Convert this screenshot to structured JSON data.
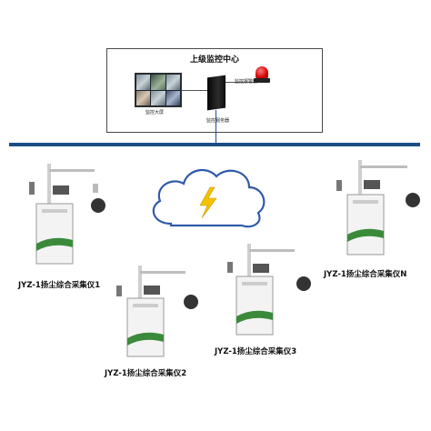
{
  "monitoring_center": {
    "title": "上级监控中心",
    "video_wall_label": "监控大屏",
    "server_label": "监控服务器",
    "alarm_label": "监控报警器"
  },
  "colors": {
    "bus": "#1b4e87",
    "cloud_outline": "#2f5aa8",
    "lightning": "#f3c200",
    "device_green": "#3b8a3b"
  },
  "devices": [
    {
      "label": "JYZ-1扬尘综合采集仪1"
    },
    {
      "label": "JYZ-1扬尘综合采集仪2"
    },
    {
      "label": "JYZ-1扬尘综合采集仪3"
    },
    {
      "label": "JYZ-1扬尘综合采集仪N"
    }
  ]
}
